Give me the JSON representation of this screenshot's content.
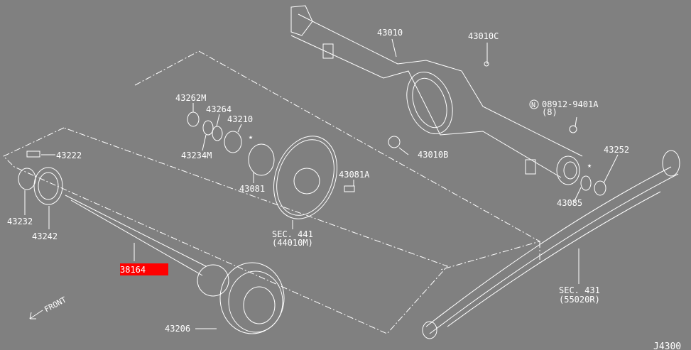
{
  "diagram_code": "J4300",
  "colors": {
    "background": "#808080",
    "lines": "#ffffff",
    "highlight": "#ff0000"
  },
  "front_label": "FRONT",
  "parts": {
    "p43010": "43010",
    "p43010C": "43010C",
    "p43262M": "43262M",
    "p43264": "43264",
    "p43210": "43210",
    "p43234M": "43234M",
    "p43081": "43081",
    "p43081A": "43081A",
    "sec441": "SEC. 441",
    "sec441_ref": "(44010M)",
    "nut_symbol": "N",
    "p08912": "08912-9401A",
    "p08912_qty": "(8)",
    "p43010B": "43010B",
    "p43252": "43252",
    "p43085": "43085",
    "p43222": "43222",
    "p43232": "43232",
    "p43242": "43242",
    "p38164": "38164",
    "p43206": "43206",
    "sec431": "SEC. 431",
    "sec431_ref": "(55020R)"
  }
}
